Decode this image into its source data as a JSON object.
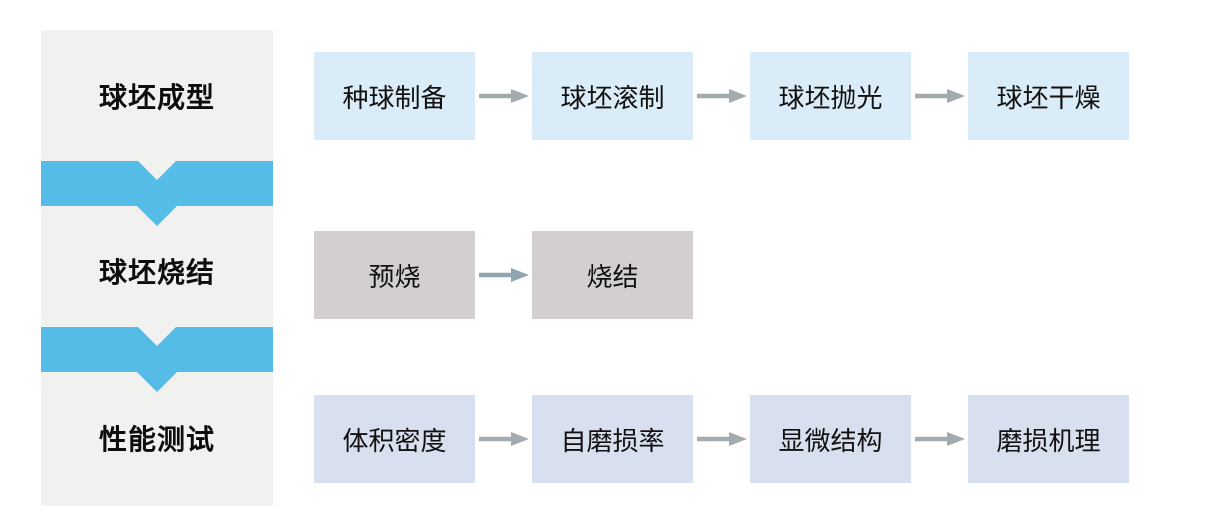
{
  "diagram": {
    "type": "process-flow",
    "sections": [
      {
        "label": "球坯成型",
        "steps": [
          "种球制备",
          "球坯滚制",
          "球坯抛光",
          "球坯干燥"
        ],
        "box_color": "#daecf7",
        "arrow_color": "#a3abae"
      },
      {
        "label": "球坯烧结",
        "steps": [
          "预烧",
          "烧结"
        ],
        "box_color": "#d3cfce",
        "arrow_color": "#8fa6b0"
      },
      {
        "label": "性能测试",
        "steps": [
          "体积密度",
          "自磨损率",
          "显微结构",
          "磨损机理"
        ],
        "box_color": "#d8dfee",
        "arrow_color": "#a3abae"
      }
    ],
    "icons": {
      "chevron_down": "chevron-down-banner",
      "flow_arrow": "arrow-right"
    }
  },
  "colors": {
    "canvas_bg": "#ffffff",
    "sidebar_bg": "#f1f1f0",
    "chevron_blue": "#55bce8",
    "stage_text": "#0d0d0d",
    "step_text": "#111111"
  }
}
